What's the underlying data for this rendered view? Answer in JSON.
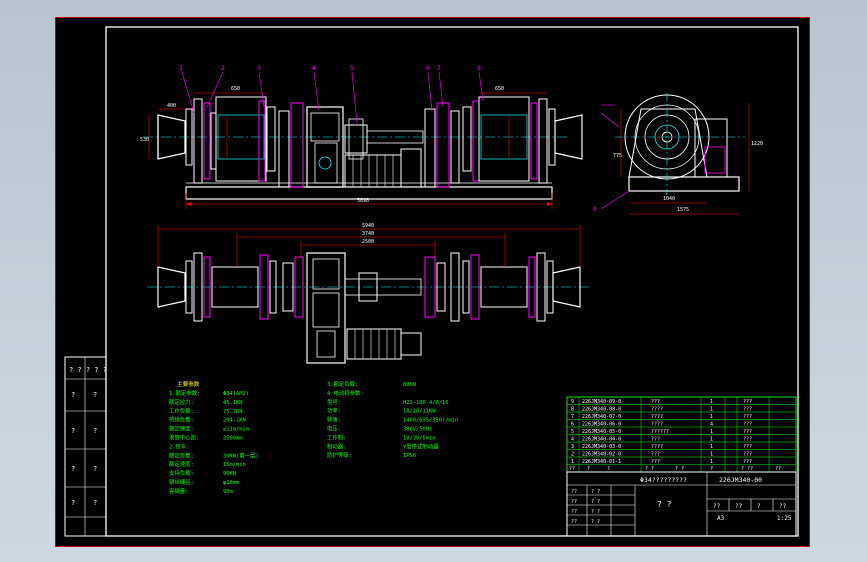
{
  "balloons": [
    "1",
    "2",
    "3",
    "4",
    "5",
    "6",
    "7",
    "8",
    "9"
  ],
  "front_view_dims": {
    "d400": "400",
    "d650_left": "650",
    "d650_right": "650",
    "overall": "5890",
    "d530": "530"
  },
  "side_view_dims": {
    "d775": "775",
    "d1040": "1040",
    "d1575": "1575",
    "d1220": "1220"
  },
  "plan_view_dims": {
    "d5940": "5940",
    "d3740": "3740",
    "d2500": "2500"
  },
  "tech_left": {
    "heading": "主要参数",
    "rows": [
      {
        "label": "1.额定参数:",
        "value": "Φ34(AM2)"
      },
      {
        "label": "额定拉力:",
        "value": "45.1KN"
      },
      {
        "label": "工作负载:",
        "value": "75.7KN"
      },
      {
        "label": "持续负载:",
        "value": "294.1KN"
      },
      {
        "label": "额定速度:",
        "value": "≥11m/min"
      },
      {
        "label": "滚筒中心距:",
        "value": "2500mm"
      },
      {
        "label": "2.绞车:",
        "value": ""
      },
      {
        "label": "额定负载:",
        "value": "30KN(第一层)"
      },
      {
        "label": "额定速度:",
        "value": "15m/min"
      },
      {
        "label": "支持负载:",
        "value": "90KN"
      },
      {
        "label": "钢丝绳径:",
        "value": "φ18mm"
      },
      {
        "label": "容绳量:",
        "value": "90m"
      }
    ]
  },
  "tech_right": {
    "rows": [
      {
        "label": "3.额定负载:",
        "value": "80KN"
      },
      {
        "label": "4.电动机参数:",
        "value": ""
      },
      {
        "label": "型号:",
        "value": "H22-160-4/8/16"
      },
      {
        "label": "功率:",
        "value": "18/18/11KW"
      },
      {
        "label": "转速:",
        "value": "1400/695/350r/min"
      },
      {
        "label": "电压:",
        "value": "380V/50Hz"
      },
      {
        "label": "工作制:",
        "value": "10/30/5min"
      },
      {
        "label": "制动器:",
        "value": "Y型带式制动器"
      },
      {
        "label": "防护等级:",
        "value": "IP56"
      }
    ]
  },
  "revision_block": {
    "rows": [
      "? ? ? ? ?",
      "?",
      "?",
      "?",
      "?"
    ]
  },
  "bom": {
    "rows": [
      {
        "no": "9",
        "code": "226JM340-09-0",
        "name": "???",
        "qty": "1",
        "mat": "???"
      },
      {
        "no": "8",
        "code": "226JM340-08-0",
        "name": "????",
        "qty": "1",
        "mat": "???"
      },
      {
        "no": "7",
        "code": "226JM340-07-0",
        "name": "????",
        "qty": "1",
        "mat": "???"
      },
      {
        "no": "6",
        "code": "226JM340-06-0",
        "name": "????",
        "qty": "4",
        "mat": "???"
      },
      {
        "no": "5",
        "code": "226JM340-05-0",
        "name": "??????",
        "qty": "1",
        "mat": "???"
      },
      {
        "no": "4",
        "code": "226JM340-04-0",
        "name": "???",
        "qty": "1",
        "mat": "???"
      },
      {
        "no": "3",
        "code": "226JM340-03-0",
        "name": "????",
        "qty": "1",
        "mat": "???"
      },
      {
        "no": "2",
        "code": "226JM340-02-0",
        "name": "???",
        "qty": "1",
        "mat": "???"
      },
      {
        "no": "1",
        "code": "226JM340-01-1",
        "name": "???",
        "qty": "1",
        "mat": "???"
      }
    ],
    "header": [
      "??",
      "?",
      "?",
      "? ?",
      "? ?",
      "?",
      "? ??",
      "??"
    ]
  },
  "title_block": {
    "drawing_title": "Φ34?????????",
    "drawing_number": "226JM340-00",
    "name_big": "? ?",
    "size": "A3",
    "scale": "1:25",
    "cells": [
      "??",
      "??",
      "?",
      "??"
    ],
    "sign_rows": [
      "??",
      "??",
      "??",
      "??",
      "? ?",
      "? ?",
      "? ?",
      "? ?"
    ]
  },
  "colors": {
    "background": "#000000",
    "outline": "#ffffff",
    "frame": "#ff0000",
    "green": "#00ff00",
    "cyan": "#00ffff",
    "magenta": "#ff00ff",
    "yellow": "#ffff00",
    "red": "#ff0000"
  }
}
